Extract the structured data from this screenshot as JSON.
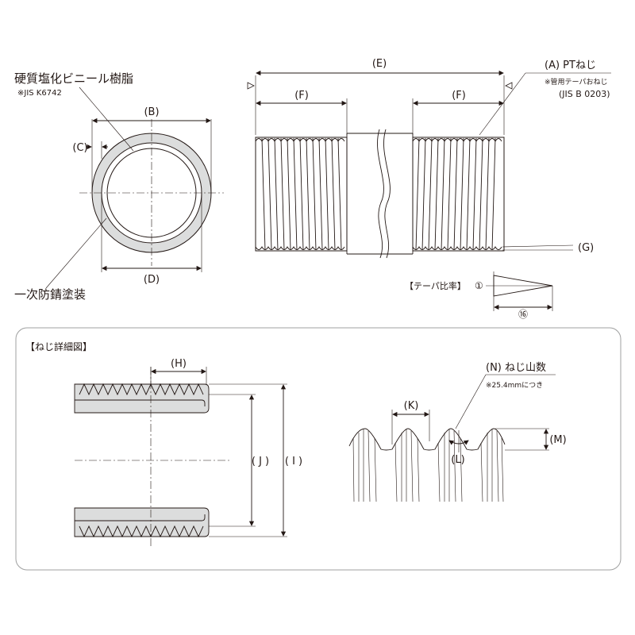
{
  "colors": {
    "line": "#231815",
    "pvc_fill": "#dcdddd",
    "pipe_fill": "#ffffff",
    "panel_border": "#9fa0a0",
    "background": "#ffffff"
  },
  "top_left": {
    "material_label": "硬質塩化ビニール樹脂",
    "material_note": "※JIS K6742",
    "dim_b": "(B)",
    "dim_c": "(C)",
    "dim_d": "(D)",
    "coating_label": "一次防錆塗装"
  },
  "top_right": {
    "dim_e": "(E)",
    "dim_f_left": "(F)",
    "dim_f_right": "(F)",
    "thread_label": "(A) PTねじ",
    "thread_note": "※管用テーパおねじ",
    "thread_std": "(JIS B 0203)",
    "dim_g": "(G)",
    "taper_label": "【テーパ比率】",
    "taper_ratio_top": "①",
    "taper_ratio_bottom": "⑯"
  },
  "detail": {
    "title": "【ねじ詳細図】",
    "dim_h": "(H)",
    "dim_j": "( J )",
    "dim_i": "( I )",
    "thread_count_label": "(N) ねじ山数",
    "thread_count_note": "※25.4mmにつき",
    "dim_k": "(K)",
    "dim_l": "(L)",
    "dim_m": "(M)"
  }
}
